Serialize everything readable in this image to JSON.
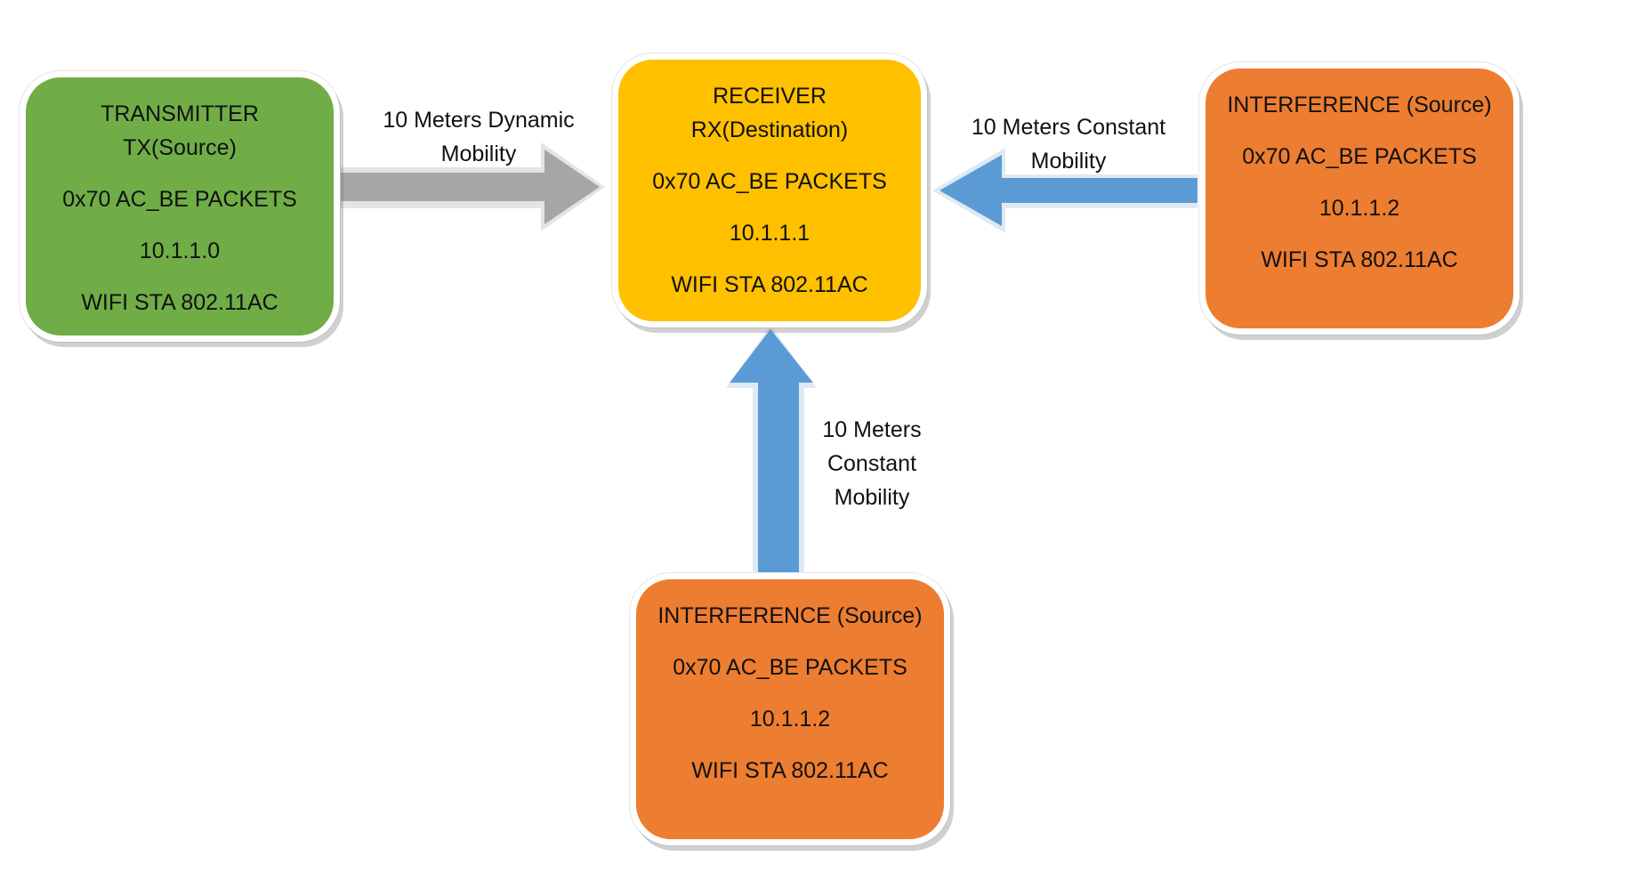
{
  "nodes": {
    "transmitter": {
      "lines": [
        "TRANSMITTER",
        "TX(Source)",
        "0x70 AC_BE PACKETS",
        "10.1.1.0",
        "WIFI STA 802.11AC"
      ],
      "color": "#70ad47"
    },
    "receiver": {
      "lines": [
        "RECEIVER",
        "RX(Destination)",
        "0x70 AC_BE PACKETS",
        "10.1.1.1",
        "WIFI STA 802.11AC"
      ],
      "color": "#ffc000"
    },
    "interference_right": {
      "lines": [
        "INTERFERENCE (Source)",
        "0x70 AC_BE PACKETS",
        "10.1.1.2",
        "WIFI STA 802.11AC"
      ],
      "color": "#ed7d31"
    },
    "interference_bottom": {
      "lines": [
        "INTERFERENCE (Source)",
        "0x70 AC_BE PACKETS",
        "10.1.1.2",
        "WIFI STA 802.11AC"
      ],
      "color": "#ed7d31"
    }
  },
  "edges": {
    "tx_to_rx": {
      "label_lines": [
        "10 Meters Dynamic",
        "Mobility"
      ],
      "color": "#a6a6a6"
    },
    "if_right_to_rx": {
      "label_lines": [
        "10 Meters Constant",
        "Mobility"
      ],
      "color": "#5b9bd5"
    },
    "if_bottom_to_rx": {
      "label_lines": [
        "10 Meters",
        "Constant",
        "Mobility"
      ],
      "color": "#5b9bd5"
    }
  }
}
